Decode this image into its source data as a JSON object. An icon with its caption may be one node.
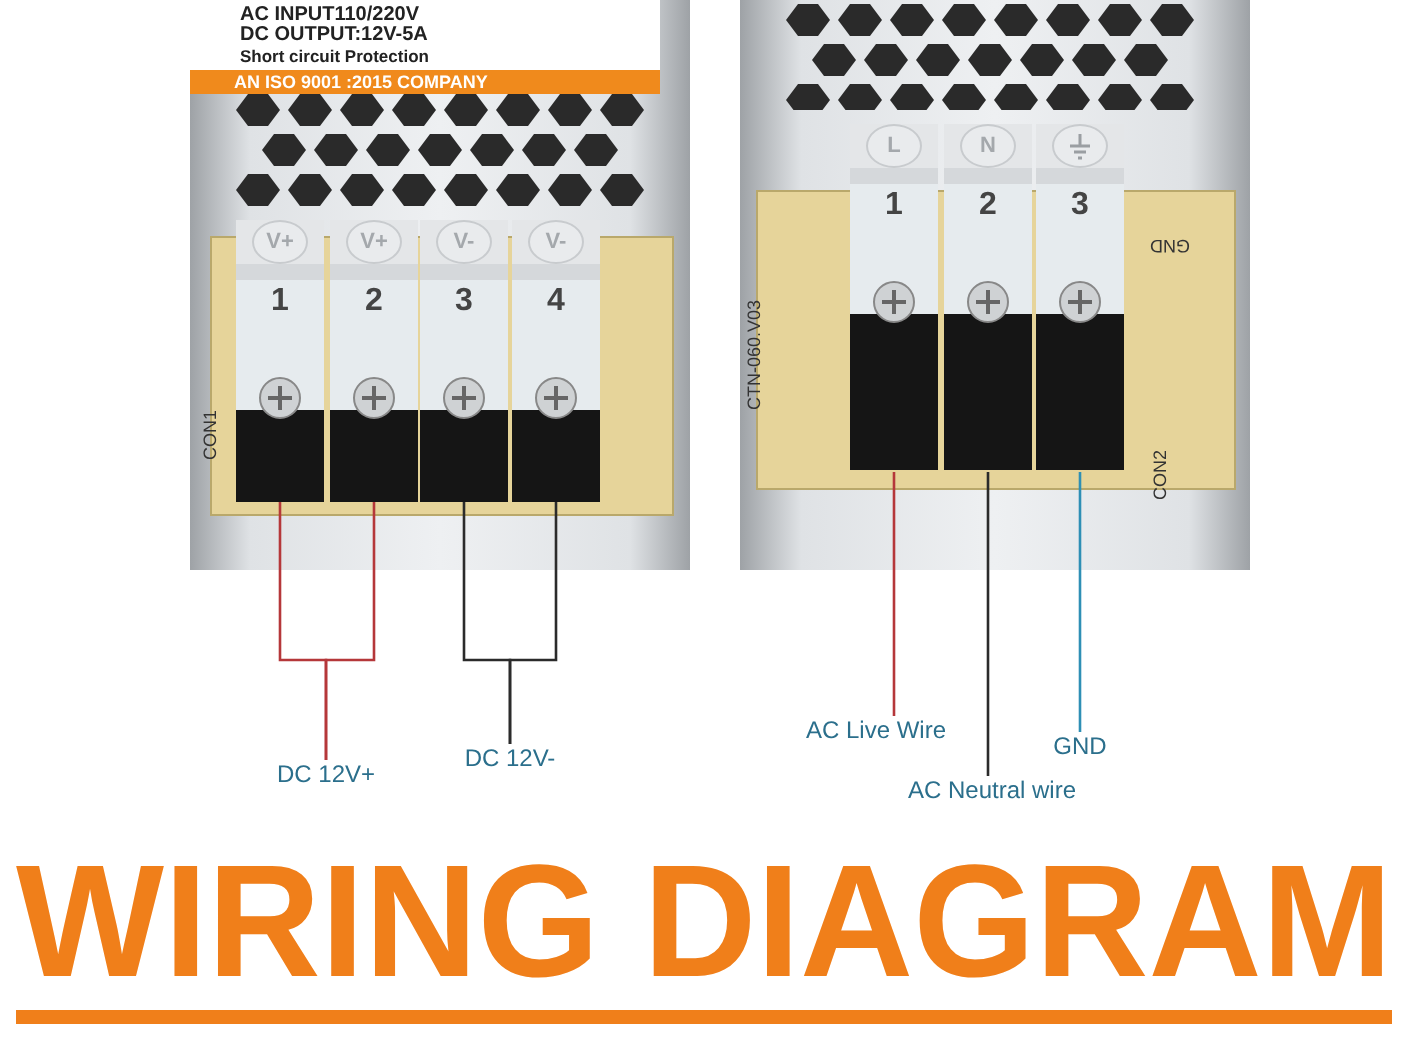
{
  "diagram": {
    "title": "WIRING DIAGRAM",
    "nodes": [
      {
        "text": [
          "AC INPUT110/220V",
          "DC OUTPUT:12V-5A",
          "Short circuit Protection",
          "AN ISO 9001 :2015 COMPANY"
        ]
      },
      {
        "text": [
          "V+",
          "1"
        ],
        "in": 0
      },
      {
        "text": [
          "V+",
          "2"
        ],
        "in": 0
      },
      {
        "text": [
          "V-",
          "3"
        ],
        "in": 0
      },
      {
        "text": [
          "V-",
          "4"
        ],
        "in": 0
      },
      {
        "text": [],
        "shape": "picture"
      },
      {
        "text": [
          "L",
          "1"
        ],
        "in": 5
      },
      {
        "text": [
          "N",
          "2"
        ],
        "in": 5
      },
      {
        "text": [
          "3"
        ],
        "in": 5
      },
      {
        "text": [
          "DC 12V+"
        ]
      },
      {
        "text": [
          "DC 12V-"
        ]
      },
      {
        "text": [
          "AC Live Wire"
        ]
      },
      {
        "text": [
          "AC Neutral wire"
        ]
      },
      {
        "text": [
          "GND"
        ]
      }
    ],
    "edges": [
      {
        "from": 1,
        "to": 9,
        "arrow": "none",
        "color": "#b5373a"
      },
      {
        "from": 2,
        "to": 9,
        "arrow": "none",
        "color": "#b5373a"
      },
      {
        "from": 3,
        "to": 10,
        "arrow": "none",
        "color": "#2b2b2b"
      },
      {
        "from": 4,
        "to": 10,
        "arrow": "none",
        "color": "#2b2b2b"
      },
      {
        "from": 6,
        "to": 11,
        "arrow": "none",
        "color": "#b5373a"
      },
      {
        "from": 7,
        "to": 12,
        "arrow": "none",
        "color": "#2b2b2b"
      },
      {
        "from": 8,
        "to": 13,
        "arrow": "none",
        "color": "#2e8fb5"
      }
    ],
    "labels": [
      "CON1",
      "CTN-060.V03",
      "GND",
      "CON2"
    ]
  }
}
